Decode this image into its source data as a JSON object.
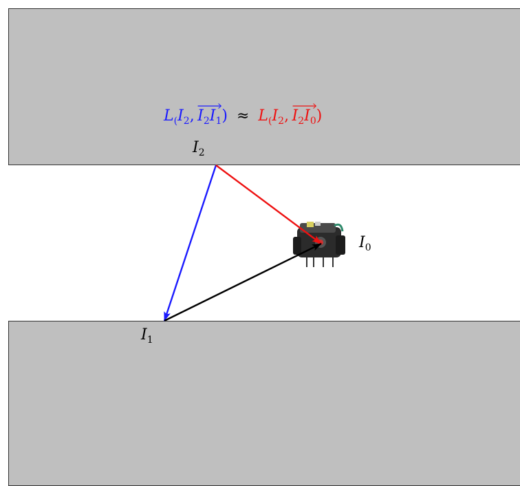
{
  "equation": {
    "left": {
      "func": "L",
      "open": "(",
      "arg1_base": "I",
      "arg1_sub": "2",
      "sep": ",",
      "vec_a_base": "I",
      "vec_a_sub": "2",
      "vec_b_base": "I",
      "vec_b_sub": "1",
      "close": ")",
      "color": "#1a1aff"
    },
    "approx": "≈",
    "right": {
      "func": "L",
      "open": "(",
      "arg1_base": "I",
      "arg1_sub": "2",
      "sep": ",",
      "vec_a_base": "I",
      "vec_a_sub": "2",
      "vec_b_base": "I",
      "vec_b_sub": "0",
      "close": ")",
      "color": "#ee1111"
    }
  },
  "points": {
    "I2": {
      "base": "I",
      "sub": "2"
    },
    "I1": {
      "base": "I",
      "sub": "1"
    },
    "I0": {
      "base": "I",
      "sub": "0"
    }
  },
  "arrows": {
    "I2_to_I1": {
      "color": "#1a1aff"
    },
    "I2_to_I0": {
      "color": "#ee1111"
    },
    "I1_to_I0": {
      "color": "#000000"
    }
  },
  "colors": {
    "wall_fill": "#bfbfbf",
    "wall_border": "#333333",
    "background": "#ffffff"
  }
}
